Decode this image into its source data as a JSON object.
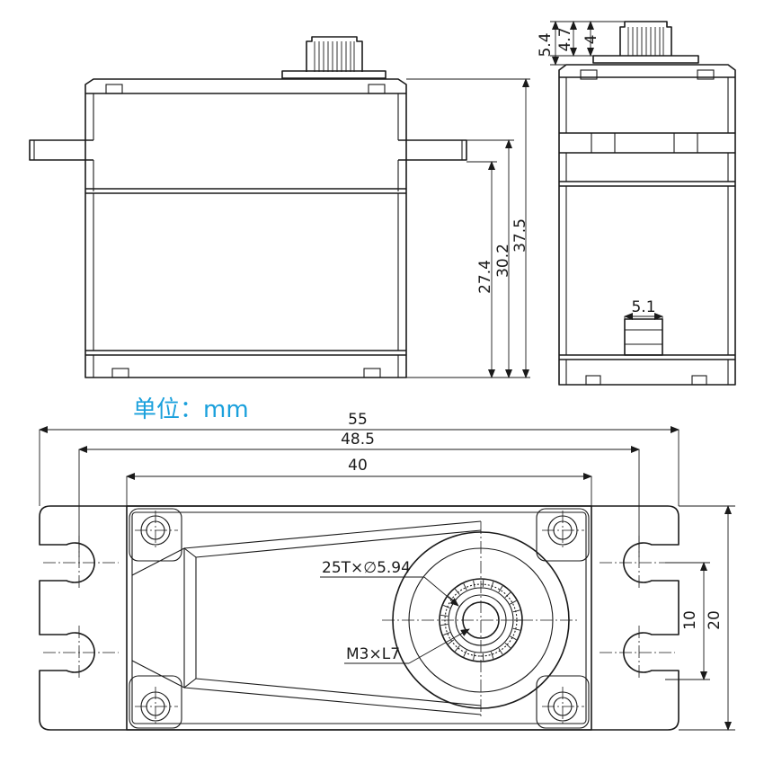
{
  "unit_label": "单位：mm",
  "colors": {
    "line": "#1a1a1a",
    "unit_text": "#1aa0dc"
  },
  "dims": {
    "height_total": "37.5",
    "height_mount": "30.2",
    "height_body": "27.4",
    "top_5_4": "5.4",
    "top_4_7": "4.7",
    "top_4": "4",
    "side_5_1": "5.1",
    "length_55": "55",
    "length_48_5": "48.5",
    "length_40": "40",
    "width_10": "10",
    "width_20": "20",
    "spline_label": "25T×∅5.94",
    "screw_label": "M3×L7"
  }
}
